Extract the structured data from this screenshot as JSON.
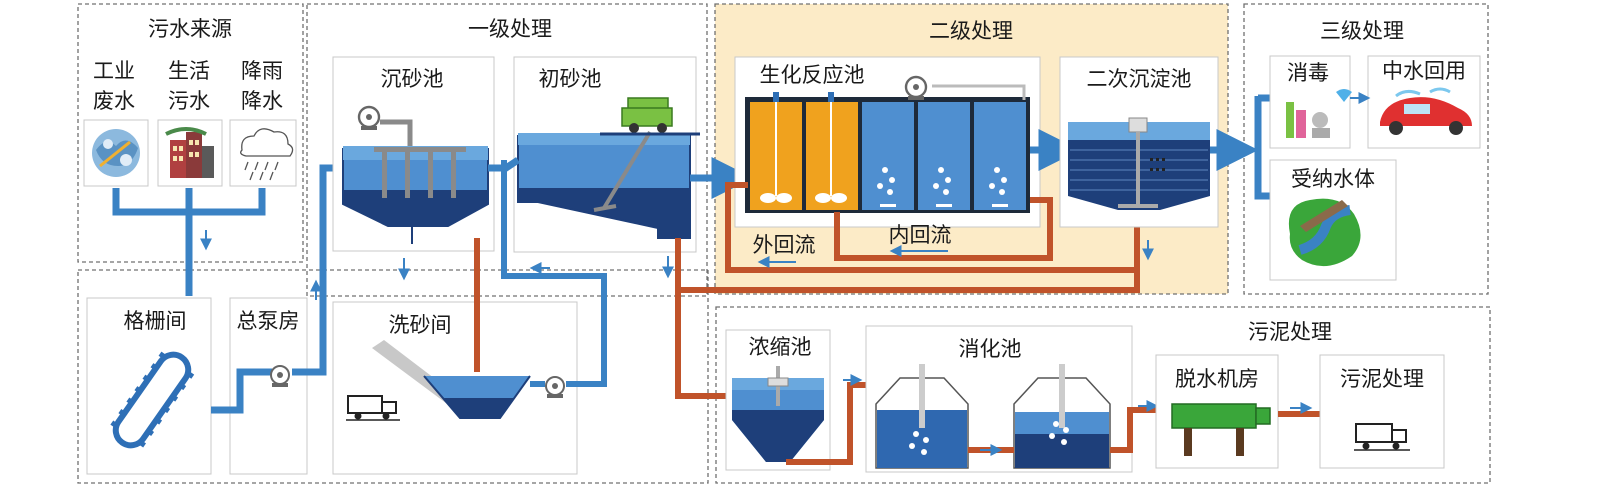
{
  "colors": {
    "water": "#3a82c4",
    "sludge": "#c0532a",
    "tank_light": "#4f8fd0",
    "tank_dark": "#1e3f7a",
    "tank_mid": "#2f68b0",
    "reactor_orange": "#f0a21e",
    "secondary_bg": "#fcebc7",
    "dashed": "#707070",
    "dewater_green": "#3aa63a"
  },
  "sections": {
    "source": "污水来源",
    "primary": "一级处理",
    "secondary": "二级处理",
    "tertiary": "三级处理",
    "sludge": "污泥处理"
  },
  "sources": [
    {
      "line1": "工业",
      "line2": "废水",
      "icon": "industrial-wastewater-icon"
    },
    {
      "line1": "生活",
      "line2": "污水",
      "icon": "domestic-sewage-icon"
    },
    {
      "line1": "降雨",
      "line2": "降水",
      "icon": "rainfall-icon"
    }
  ],
  "units": {
    "grille": "格栅间",
    "pump_house": "总泵房",
    "grit_chamber": "沉砂池",
    "primary_tank": "初砂池",
    "sand_washing": "洗砂间",
    "bioreactor": "生化反应池",
    "secondary_clarifier": "二次沉淀池",
    "disinfection": "消毒",
    "reclaimed_water": "中水回用",
    "receiving_water": "受纳水体",
    "thickener": "浓缩池",
    "digester": "消化池",
    "dewatering": "脱水机房",
    "sludge_disposal": "污泥处理"
  },
  "flows": {
    "external_return": "外回流",
    "internal_return": "内回流"
  }
}
